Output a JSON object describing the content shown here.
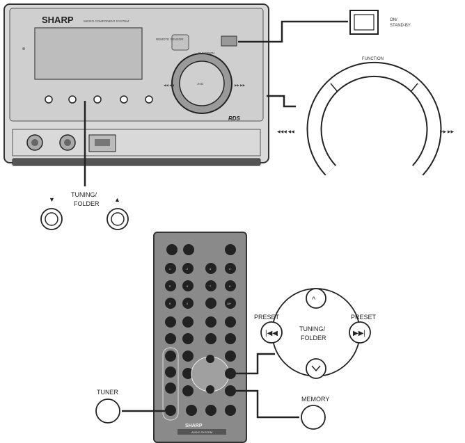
{
  "unit": {
    "brand": "SHARP",
    "model_text": "MICRO COMPONENT SYSTEM",
    "logo_text": "RDS",
    "direct_button_label": "REMOTE SENSOR",
    "function_label": "FUNCTION",
    "dial_center_label": "JOG",
    "prev_label": "◀◀ ◀◀",
    "next_label": "▶▶ ▶▶"
  },
  "callouts": {
    "standby_label": "ON/\nSTAND-BY",
    "function_label": "FUNCTION",
    "prev_label": "◀◀◀ ◀◀",
    "next_label": "▶▶ ▶▶",
    "tuning_folder_label_1": "TUNING/",
    "tuning_folder_label_2": "FOLDER",
    "down_arrow": "▼",
    "up_arrow": "▲"
  },
  "remote": {
    "brand": "SHARP",
    "model_text": "AUDIO SYSTEM",
    "number_keys": [
      "1",
      "2",
      "3",
      "4",
      "5",
      "6",
      "7",
      "8",
      "9",
      "0",
      "10+"
    ]
  },
  "pad_callout": {
    "preset_left": "PRESET",
    "preset_right": "PRESET",
    "center_1": "TUNING/",
    "center_2": "FOLDER"
  },
  "side_callouts": {
    "tuner": "TUNER",
    "memory": "MEMORY"
  }
}
